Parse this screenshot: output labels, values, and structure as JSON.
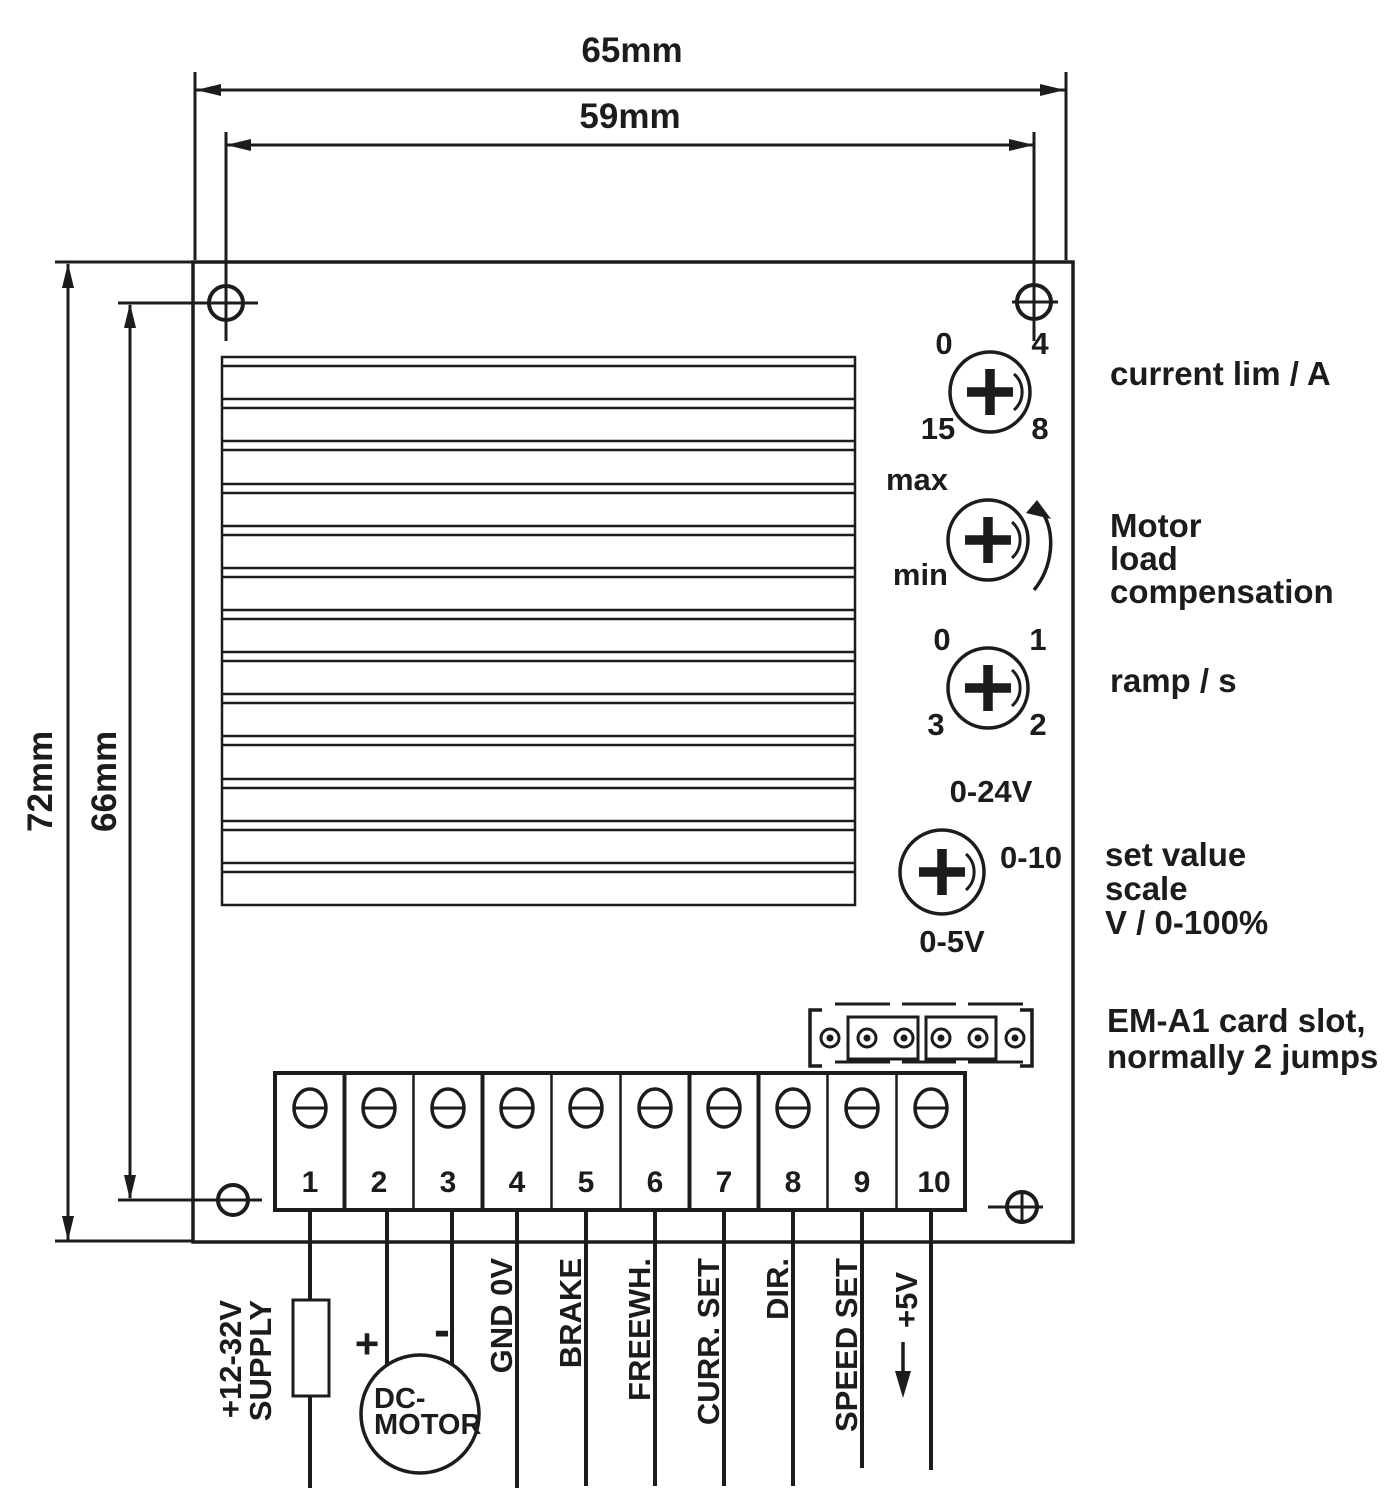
{
  "diagram": {
    "dimensions": {
      "width_outer": "65mm",
      "width_inner": "59mm",
      "height_outer": "72mm",
      "height_inner": "66mm"
    },
    "pots": [
      {
        "label": "current lim / A",
        "top_left": "0",
        "top_right": "4",
        "bottom_left": "15",
        "bottom_right": "8"
      },
      {
        "line1": "Motor",
        "line2": "load",
        "line3": "compensation",
        "top_left": "max",
        "bottom_left": "min"
      },
      {
        "label": "ramp / s",
        "top_left": "0",
        "top_right": "1",
        "bottom_left": "3",
        "bottom_right": "2"
      },
      {
        "line1": "set value",
        "line2": "scale",
        "line3": "V / 0-100%",
        "top": "0-24V",
        "right": "0-10",
        "bottom": "0-5V"
      }
    ],
    "card_slot": {
      "line1": "EM-A1 card slot,",
      "line2": "normally 2 jumps"
    },
    "terminals": [
      "1",
      "2",
      "3",
      "4",
      "5",
      "6",
      "7",
      "8",
      "9",
      "10"
    ],
    "wiring": {
      "supply_line1": "+12-32V",
      "supply_line2": "SUPPLY",
      "motor_plus": "+",
      "motor_minus": "-",
      "motor_line1": "DC-",
      "motor_line2": "MOTOR",
      "gnd": "GND 0V",
      "brake": "BRAKE",
      "freewheel": "FREEWH.",
      "current_set": "CURR. SET",
      "direction": "DIR.",
      "speed_set": "SPEED SET",
      "plus5v": "+5V"
    }
  }
}
